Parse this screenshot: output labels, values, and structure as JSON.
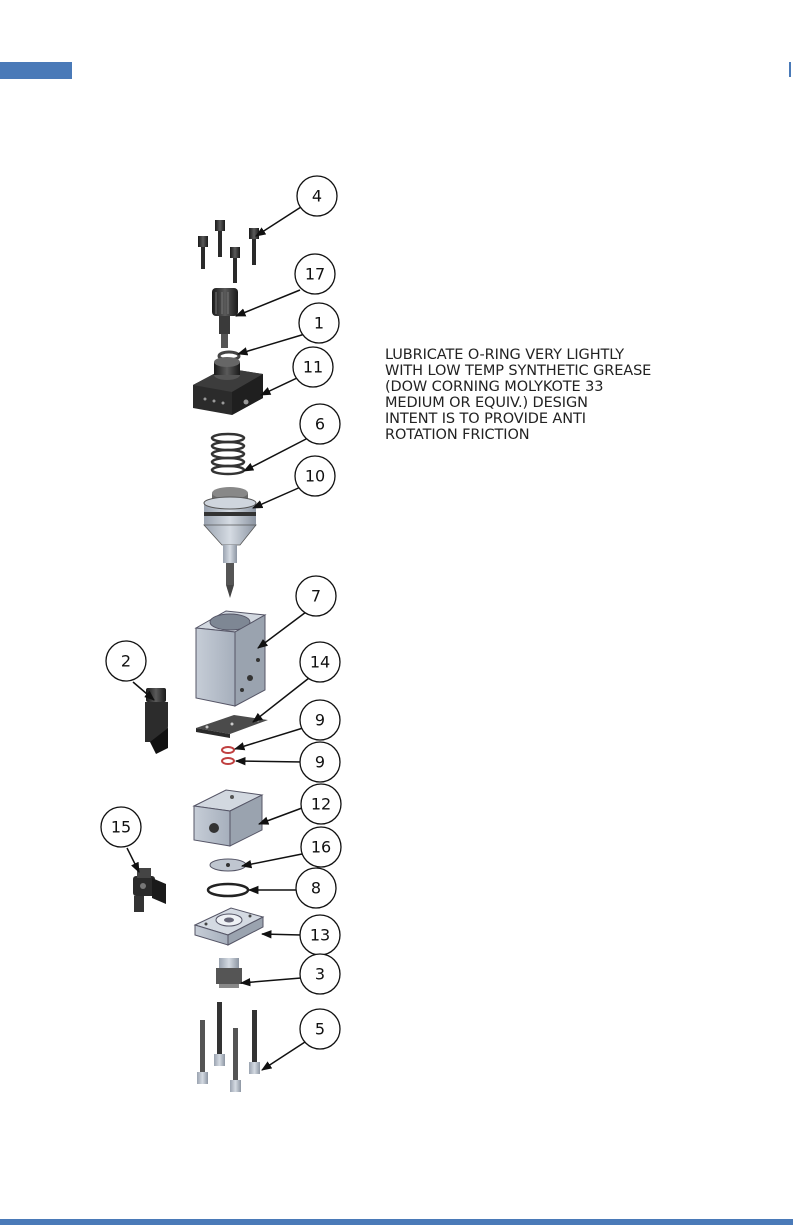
{
  "colors": {
    "accent": "#4a7ab8",
    "line": "#111111",
    "metal": "#b8c0cc",
    "dark": "#2a2a2a"
  },
  "note": {
    "lines": [
      "LUBRICATE O-RING VERY LIGHTLY",
      "WITH LOW TEMP SYNTHETIC GREASE",
      "(DOW CORNING MOLYKOTE 33",
      "MEDIUM OR EQUIV.) DESIGN",
      "INTENT IS TO PROVIDE ANTI",
      "ROTATION FRICTION"
    ]
  },
  "callouts": [
    {
      "id": "4"
    },
    {
      "id": "17"
    },
    {
      "id": "1"
    },
    {
      "id": "11"
    },
    {
      "id": "6"
    },
    {
      "id": "10"
    },
    {
      "id": "7"
    },
    {
      "id": "2"
    },
    {
      "id": "14"
    },
    {
      "id": "9"
    },
    {
      "id": "9"
    },
    {
      "id": "12"
    },
    {
      "id": "15"
    },
    {
      "id": "16"
    },
    {
      "id": "8"
    },
    {
      "id": "13"
    },
    {
      "id": "3"
    },
    {
      "id": "5"
    }
  ]
}
